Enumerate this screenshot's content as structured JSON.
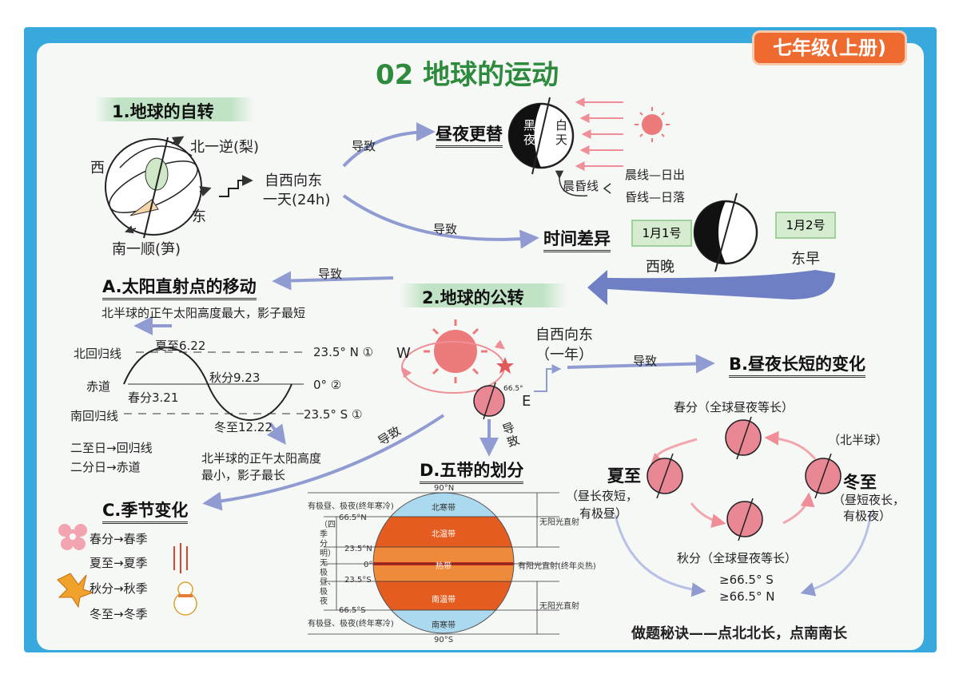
{
  "title": "02 地球的运动",
  "grade_badge": "七年级(上册)",
  "rotation": {
    "heading": "1.地球的自转",
    "west": "西",
    "east": "东",
    "north_pole": "北一逆(梨)",
    "south_pole": "南一顺(笋)",
    "direction_line1": "自西向东",
    "direction_line2": "一天(24h)",
    "leads_to_1": "导致",
    "leads_to_2": "导致",
    "result_daynight": "昼夜更替",
    "result_time": "时间差异",
    "dark_label": "黑夜",
    "day_label": "白天",
    "terminator": "晨昏线",
    "dawn_line": "晨线—日出",
    "dusk_line": "昏线—日落",
    "date_west": "1月1号",
    "date_east": "1月2号",
    "west_late": "西晚",
    "east_early": "东早"
  },
  "revolution": {
    "heading": "2.地球的公转",
    "leads_to_a": "导致",
    "leads_to_b": "导致",
    "leads_to_c": "导致",
    "leads_to_d": "导致",
    "w": "W",
    "e": "E",
    "tilt": "66.5°",
    "direction_line1": "自西向东",
    "direction_line2": "（一年）"
  },
  "section_a": {
    "heading": "A.太阳直射点的移动",
    "north_summer": "北半球的正午太阳高度最大，影子最短",
    "tropic_n": "北回归线",
    "equator": "赤道",
    "tropic_s": "南回归线",
    "summer_sol": "夏至6.22",
    "autumn_eq": "秋分9.23",
    "spring_eq": "春分3.21",
    "winter_sol": "冬至12.22",
    "lat_n": "23.5° N ①",
    "lat_0": "0° ②",
    "lat_s": "23.5° S ①",
    "rule1": "二至日→回归线",
    "rule2": "二分日→赤道",
    "north_winter_1": "北半球的正午太阳高度",
    "north_winter_2": "最小，影子最长"
  },
  "section_b": {
    "heading": "B.昼夜长短的变化",
    "spring": "春分（全球昼夜等长）",
    "autumn": "秋分（全球昼夜等长）",
    "north_hemi": "（北半球）",
    "summer": "夏至",
    "summer_note1": "（昼长夜短，",
    "summer_note2": "有极昼）",
    "winter": "冬至",
    "winter_note1": "（昼短夜长，",
    "winter_note2": "有极夜）",
    "polar_s": "≥66.5° S",
    "polar_n": "≥66.5° N",
    "tip": "做题秘诀——点北北长，点南南长"
  },
  "section_c": {
    "heading": "C.季节变化",
    "spring": "春分→春季",
    "summer": "夏至→夏季",
    "autumn": "秋分→秋季",
    "winter": "冬至→冬季"
  },
  "section_d": {
    "heading": "D.五带的划分",
    "n90": "90°N",
    "s90": "90°S",
    "lat_665n": "66.5°N",
    "lat_235n": "23.5°N",
    "lat_0": "0°",
    "lat_235s": "23.5°S",
    "lat_665s": "66.5°S",
    "north_frigid": "北寒带",
    "north_temperate": "北温带",
    "tropic": "热带",
    "south_temperate": "南温带",
    "south_frigid": "南寒带",
    "polar_note_top": "有极昼、极夜(终年寒冷)",
    "polar_note_bottom": "有极昼、极夜(终年寒冷)",
    "temperate_note": "（四季分明）无极昼、极夜",
    "no_direct_top": "无阳光直射",
    "direct": "有阳光直射(终年炎热)",
    "no_direct_bottom": "无阳光直射"
  },
  "colors": {
    "frame": "#37a9dc",
    "title": "#2e8a3c",
    "badge": "#ee6a2e",
    "arrow": "#8f9bd1",
    "sun": "#ec7a7a",
    "earth": "#e98795"
  }
}
